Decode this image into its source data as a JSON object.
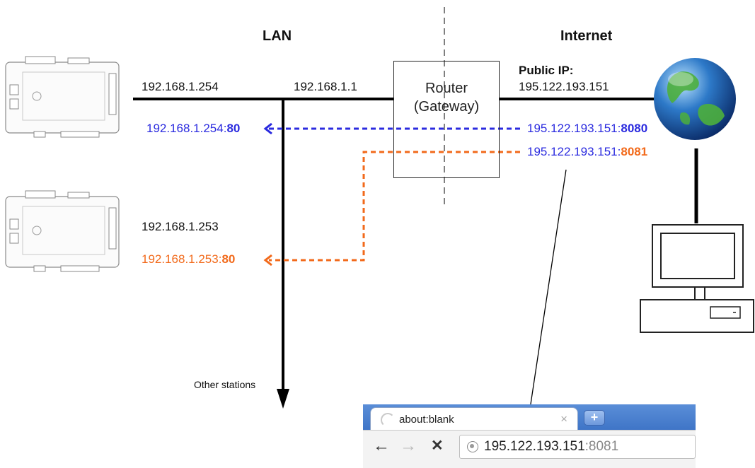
{
  "zones": {
    "lan": "LAN",
    "internet": "Internet"
  },
  "router": {
    "line1": "Router",
    "line2": "(Gateway)"
  },
  "public_ip": {
    "label": "Public IP:",
    "address": "195.122.193.151"
  },
  "lan_ips": {
    "device1": "192.168.1.254",
    "router_lan": "192.168.1.1",
    "device2": "192.168.1.253"
  },
  "forwards": [
    {
      "external_host": "195.122.193.151:",
      "external_port": "8080",
      "internal_host": "192.168.1.254:",
      "internal_port": "80",
      "color": "#2b2bdf"
    },
    {
      "external_host": "195.122.193.151:",
      "external_port": "8081",
      "internal_host": "192.168.1.253:",
      "internal_port": "80",
      "color": "#f26a1b"
    }
  ],
  "other_stations": "Other stations",
  "browser": {
    "tab_title": "about:blank",
    "tab_close": "×",
    "new_tab": "+",
    "back": "←",
    "forward": "→",
    "stop": "✕",
    "url_host": "195.122.193.151",
    "url_port": ":8081"
  },
  "icons": {
    "device": "controller-device-icon",
    "globe": "globe-icon",
    "computer": "computer-icon"
  }
}
